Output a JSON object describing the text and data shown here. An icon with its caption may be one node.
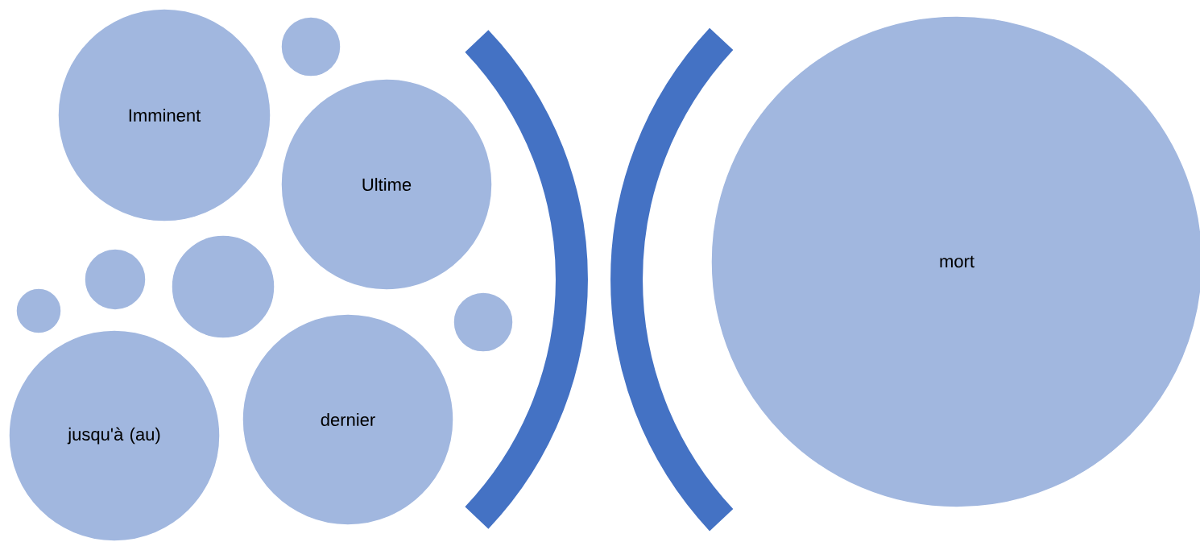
{
  "diagram": {
    "nodes": [
      {
        "text": [
          "Imminent"
        ]
      },
      {
        "text": [],
        "shape": "circle"
      },
      {
        "text": [
          "Ultime"
        ]
      },
      {
        "text": [],
        "shape": "circle"
      },
      {
        "text": [],
        "shape": "circle"
      },
      {
        "text": [],
        "shape": "circle"
      },
      {
        "text": [],
        "shape": "circle"
      },
      {
        "text": [
          "jusqu'à (au)"
        ]
      },
      {
        "text": [
          "dernier"
        ]
      },
      {
        "text": [
          "mort"
        ]
      }
    ],
    "edges": []
  }
}
